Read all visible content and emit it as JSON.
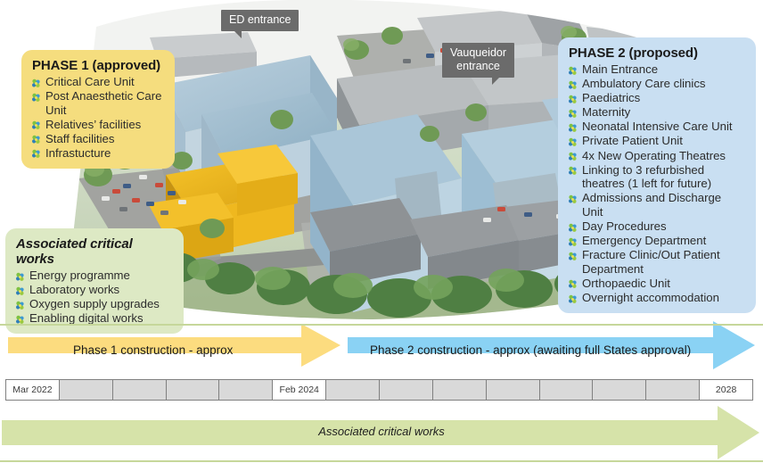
{
  "map": {
    "labels": [
      {
        "id": "ed-entrance",
        "text": "ED entrance"
      },
      {
        "id": "vauqueidor-entrance",
        "text": "Vauqueidor\nentrance"
      }
    ]
  },
  "panels": {
    "phase1": {
      "title": "PHASE 1 (approved)",
      "color": "#f5dd7e",
      "items": [
        "Critical Care Unit",
        "Post Anaesthetic Care Unit",
        "Relatives’ facilities",
        "Staff facilities",
        "Infrastucture"
      ]
    },
    "phase2": {
      "title": "PHASE 2 (proposed)",
      "color": "#c9dff2",
      "items": [
        "Main Entrance",
        "Ambulatory Care clinics",
        "Paediatrics",
        "Maternity",
        "Neonatal Intensive Care Unit",
        "Private Patient Unit",
        "4x New Operating Theatres",
        "Linking to 3 refurbished theatres (1 left for future)",
        "Admissions and Discharge Unit",
        "Day Procedures",
        "Emergency Department",
        "Fracture Clinic/Out Patient Department",
        "Orthopaedic Unit",
        "Overnight accommodation"
      ]
    },
    "associated": {
      "title": "Associated critical works",
      "color": "#dde9c4",
      "items": [
        "Energy programme",
        "Laboratory works",
        "Oxygen supply upgrades",
        "Enabling digital works"
      ]
    }
  },
  "timeline": {
    "phase1_arrow": {
      "label": "Phase 1 construction - approx",
      "color": "#fcdc7f"
    },
    "phase2_arrow": {
      "label": "Phase 2 construction - approx (awaiting full States approval)",
      "color": "#8ad2f4"
    },
    "associated_arrow": {
      "label": "Associated critical works",
      "color": "#d6e3a9"
    },
    "cells": [
      {
        "label": "Mar 2022",
        "highlight": true
      },
      {
        "label": "",
        "highlight": false
      },
      {
        "label": "",
        "highlight": false
      },
      {
        "label": "",
        "highlight": false
      },
      {
        "label": "",
        "highlight": false
      },
      {
        "label": "Feb 2024",
        "highlight": true
      },
      {
        "label": "",
        "highlight": false
      },
      {
        "label": "",
        "highlight": false
      },
      {
        "label": "",
        "highlight": false
      },
      {
        "label": "",
        "highlight": false
      },
      {
        "label": "",
        "highlight": false
      },
      {
        "label": "",
        "highlight": false
      },
      {
        "label": "",
        "highlight": false
      },
      {
        "label": "2028",
        "highlight": true
      }
    ]
  }
}
